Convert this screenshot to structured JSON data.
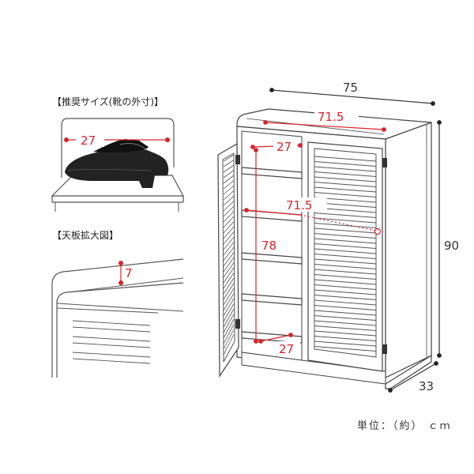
{
  "captions": {
    "shoe_size": "【推奨サイズ(靴の外寸)】",
    "top_board": "【天板拡大図】"
  },
  "dimensions": {
    "width_outer": "75",
    "width_inner_top": "71.5",
    "depth_inner_top": "27",
    "width_inner_shelf": "71.5",
    "height_inner": "78",
    "depth_inner_bottom": "27",
    "height_outer": "90",
    "depth_outer": "33",
    "shoe_length": "27",
    "top_rim": "7"
  },
  "unit_note": "単位：（約） ｃｍ",
  "colors": {
    "line": "#444444",
    "accent_red": "#d8232a",
    "shoe": "#1a1a1a"
  }
}
